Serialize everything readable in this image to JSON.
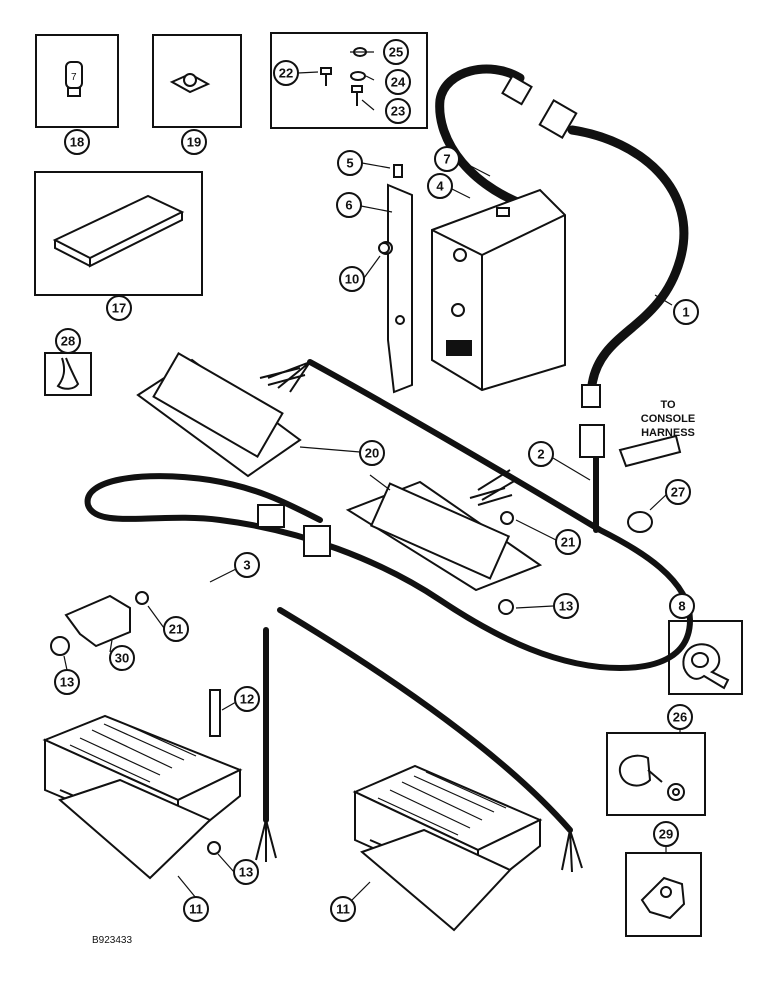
{
  "diagram": {
    "reference_code": "B923433",
    "note_lines": [
      "TO",
      "CONSOLE",
      "HARNESS"
    ],
    "callouts": [
      {
        "id": "c1",
        "label": "1"
      },
      {
        "id": "c2",
        "label": "2"
      },
      {
        "id": "c3",
        "label": "3"
      },
      {
        "id": "c4",
        "label": "4"
      },
      {
        "id": "c5",
        "label": "5"
      },
      {
        "id": "c6",
        "label": "6"
      },
      {
        "id": "c7",
        "label": "7"
      },
      {
        "id": "c8",
        "label": "8"
      },
      {
        "id": "c10",
        "label": "10"
      },
      {
        "id": "c11a",
        "label": "11"
      },
      {
        "id": "c11b",
        "label": "11"
      },
      {
        "id": "c12",
        "label": "12"
      },
      {
        "id": "c13a",
        "label": "13"
      },
      {
        "id": "c13b",
        "label": "13"
      },
      {
        "id": "c13c",
        "label": "13"
      },
      {
        "id": "c17",
        "label": "17"
      },
      {
        "id": "c18",
        "label": "18"
      },
      {
        "id": "c19",
        "label": "19"
      },
      {
        "id": "c20",
        "label": "20"
      },
      {
        "id": "c21a",
        "label": "21"
      },
      {
        "id": "c21b",
        "label": "21"
      },
      {
        "id": "c22",
        "label": "22"
      },
      {
        "id": "c23",
        "label": "23"
      },
      {
        "id": "c24",
        "label": "24"
      },
      {
        "id": "c25",
        "label": "25"
      },
      {
        "id": "c26",
        "label": "26"
      },
      {
        "id": "c27",
        "label": "27"
      },
      {
        "id": "c28",
        "label": "28"
      },
      {
        "id": "c29",
        "label": "29"
      },
      {
        "id": "c30",
        "label": "30"
      }
    ]
  }
}
